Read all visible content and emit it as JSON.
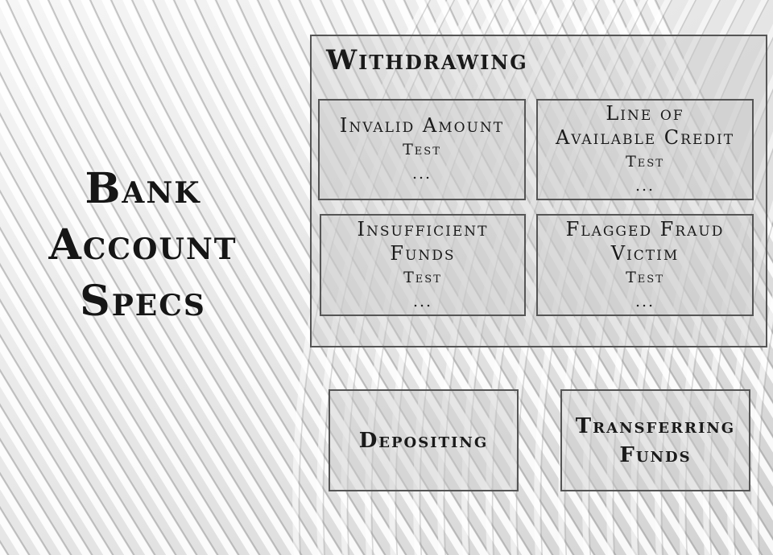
{
  "title": {
    "line1": "Bank",
    "line2": "Account",
    "line3": "Specs"
  },
  "withdrawing": {
    "heading": "Withdrawing",
    "cards": [
      {
        "name_lines": [
          "Invalid Amount"
        ],
        "test": "Test",
        "ellipsis": "..."
      },
      {
        "name_lines": [
          "Line of",
          "Available Credit"
        ],
        "test": "Test",
        "ellipsis": "..."
      },
      {
        "name_lines": [
          "Insufficient",
          "Funds"
        ],
        "test": "Test",
        "ellipsis": "..."
      },
      {
        "name_lines": [
          "Flagged Fraud",
          "Victim"
        ],
        "test": "Test",
        "ellipsis": "..."
      }
    ]
  },
  "depositing": {
    "label": "Depositing"
  },
  "transferring": {
    "line1": "Transferring",
    "line2": "Funds"
  },
  "colors": {
    "text": "#1a1a1a",
    "border": "#555555",
    "background": "#e9e9e9"
  }
}
